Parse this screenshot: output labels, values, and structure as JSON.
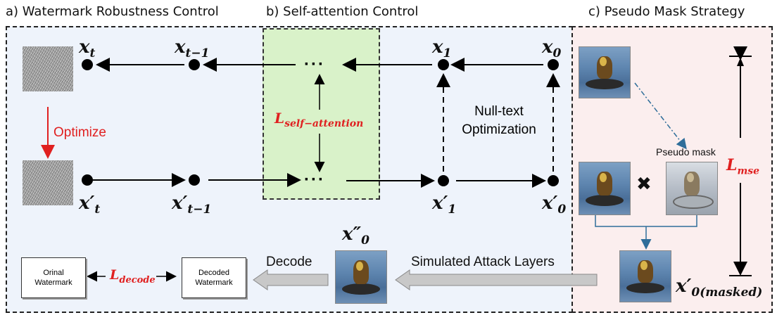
{
  "headers": {
    "a": "a) Watermark Robustness Control",
    "b": "b) Self-attention Control",
    "c": "c) Pseudo Mask Strategy"
  },
  "latents": {
    "xt": "x",
    "xt_sub": "t",
    "xtm1": "x",
    "xtm1_sub": "t−1",
    "x1": "x",
    "x1_sub": "1",
    "x0": "x",
    "x0_sub": "0",
    "xpt": "x′",
    "xpt_sub": "t",
    "xptm1": "x′",
    "xptm1_sub": "t−1",
    "xp1": "x′",
    "xp1_sub": "1",
    "xp0": "x′",
    "xp0_sub": "0",
    "xpp0": "x″",
    "xpp0_sub": "0",
    "xmasked": "x′",
    "xmasked_sub": "0(masked)"
  },
  "labels": {
    "ellipsis": "···",
    "optimize": "Optimize",
    "self_attention_L": "L",
    "self_attention_sub": "self−attention",
    "null_text_1": "Null-text",
    "null_text_2": "Optimization",
    "pseudo_mask": "Pseudo mask",
    "mse_L": "L",
    "mse_sub": "mse",
    "decode": "Decode",
    "simulated_attack": "Simulated Attack Layers",
    "l_decode_L": "L",
    "l_decode_sub": "decode",
    "orinal_watermark_1": "Orinal",
    "orinal_watermark_2": "Watermark",
    "decoded_watermark_1": "Decoded",
    "decoded_watermark_2": "Watermark",
    "times": "✖"
  },
  "colors": {
    "panel_a_bg": "#eef3fb",
    "panel_b_bg": "#d9f2c9",
    "panel_c_bg": "#fbeeee",
    "accent_red": "#e02020",
    "mask_arrow": "#2f6e9a"
  }
}
